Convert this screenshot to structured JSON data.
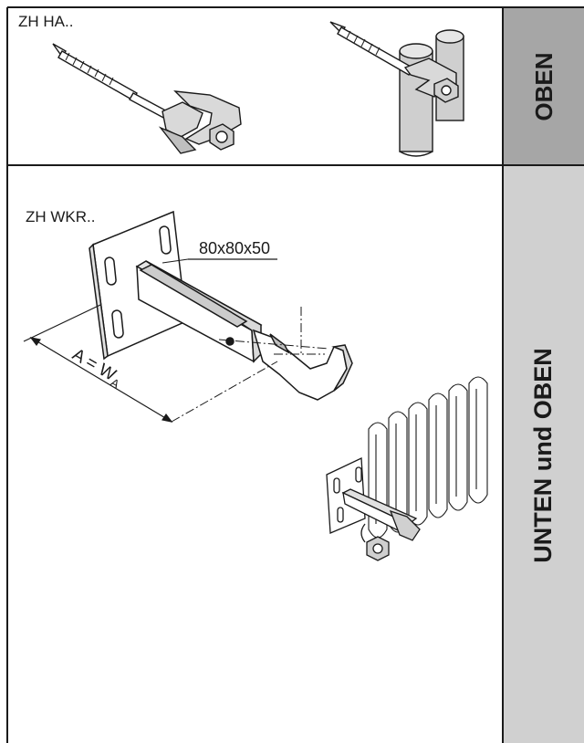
{
  "top_section": {
    "product_label": "ZH HA..",
    "side_label": "OBEN",
    "side_color": "#a6a6a6"
  },
  "bottom_section": {
    "product_label": "ZH WKR..",
    "side_label": "UNTEN und OBEN",
    "side_color": "#d0d0d0",
    "dimension_label": "80x80x50",
    "distance_label_main": "A = W",
    "distance_label_sub": "A"
  },
  "colors": {
    "line": "#1a1a1a",
    "metal": "#d9d9d9",
    "pipe": "#cfcfcf"
  }
}
